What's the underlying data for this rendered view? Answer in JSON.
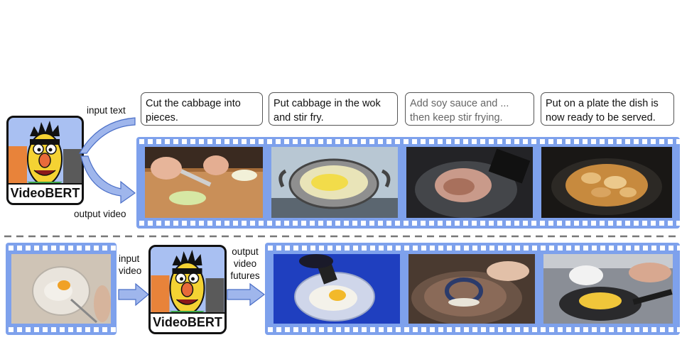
{
  "top": {
    "captions": [
      "Cut the cabbage into pieces.",
      "Put cabbage in the wok and stir fry.",
      "Add soy sauce and ... then keep stir frying.",
      "Put on a plate the dish is now ready to be served."
    ],
    "input_label": "input text",
    "output_label": "output video",
    "logo_name": "VideoBERT"
  },
  "bottom": {
    "input_label": "input video",
    "output_label": "output video futures",
    "logo_name": "VideoBERT"
  },
  "colors": {
    "film": "#7ea1ec",
    "film_holes": "#ffffff",
    "logo_bg": "#a9c0f2",
    "arrow_fill": "#9fb6ec",
    "divider": "#777777"
  }
}
